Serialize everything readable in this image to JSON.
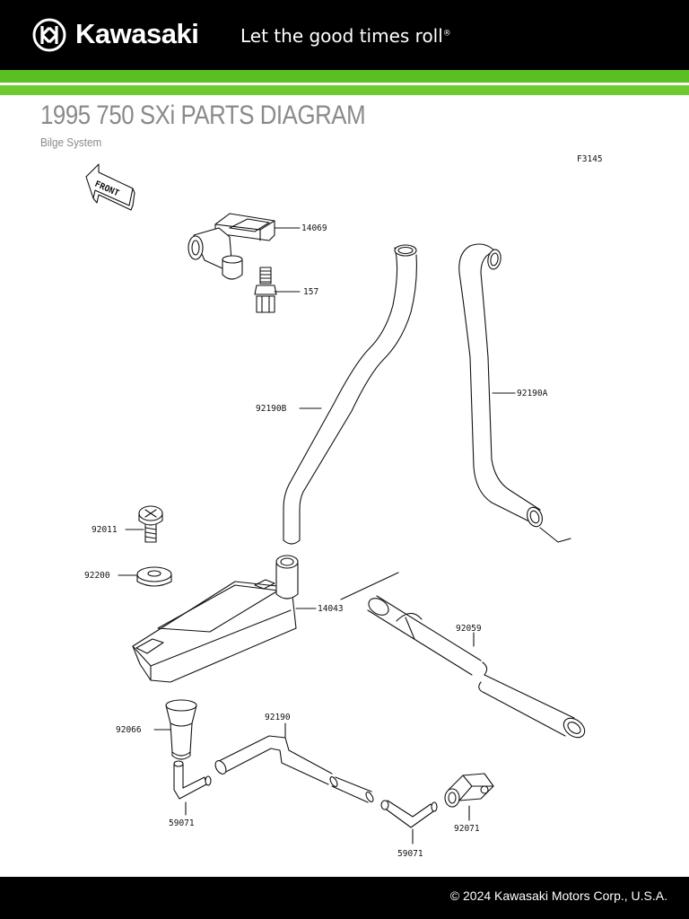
{
  "header": {
    "brand": "Kawasaki",
    "tagline": "Let the good times roll",
    "tagline_mark": "®",
    "emblem_icon": "kawasaki-river-mark-icon",
    "background": "#000000",
    "accent_green": "#5bbf21"
  },
  "page": {
    "title": "1995 750 SXi PARTS DIAGRAM",
    "subtitle": "Bilge System"
  },
  "diagram": {
    "figure_code": "F3145",
    "front_label": "FRONT",
    "parts": [
      {
        "number": "14069"
      },
      {
        "number": "157"
      },
      {
        "number": "92190B"
      },
      {
        "number": "92190A"
      },
      {
        "number": "92011"
      },
      {
        "number": "92200"
      },
      {
        "number": "14043"
      },
      {
        "number": "92059"
      },
      {
        "number": "92066"
      },
      {
        "number": "92190"
      },
      {
        "number": "59071"
      },
      {
        "number": "59071"
      },
      {
        "number": "92071"
      }
    ]
  },
  "footer": {
    "copyright": "© 2024 Kawasaki Motors Corp., U.S.A."
  }
}
